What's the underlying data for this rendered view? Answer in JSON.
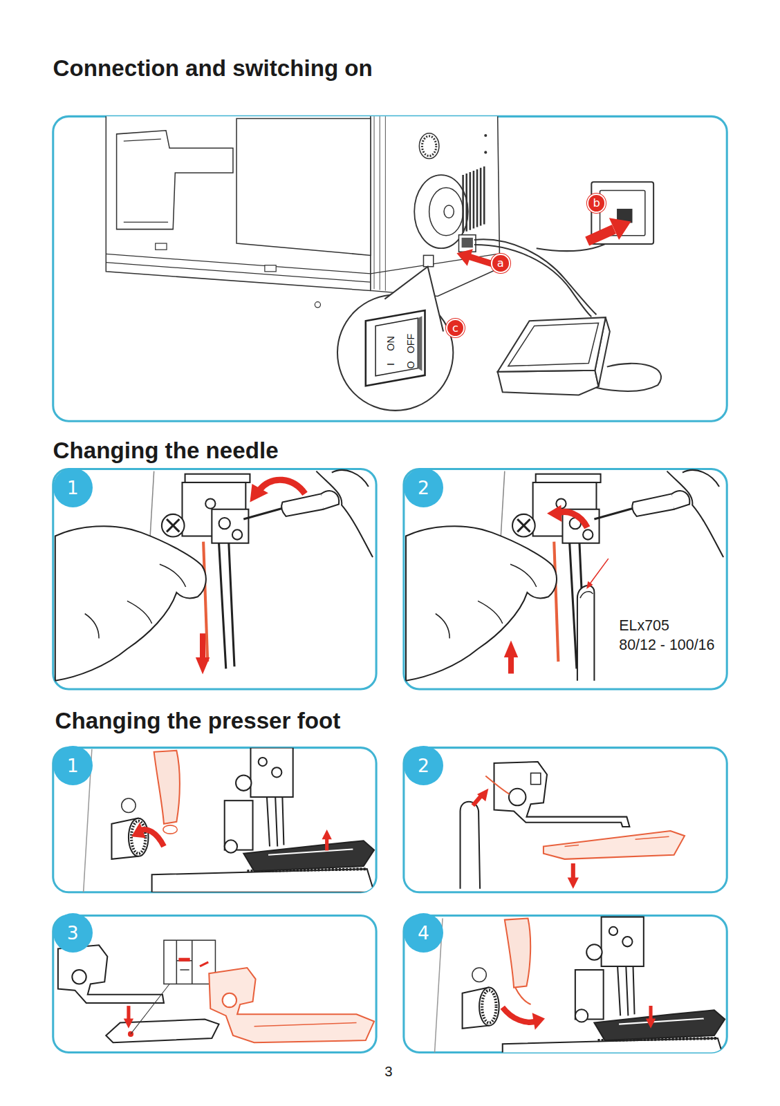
{
  "diagram": {
    "nodes": [
      {
        "text": [
          "a"
        ]
      },
      {
        "text": [
          "b"
        ]
      },
      {
        "text": [
          "c"
        ]
      },
      {
        "text": [
          "1"
        ]
      },
      {
        "text": [
          "2"
        ]
      },
      {
        "text": [
          "1"
        ]
      },
      {
        "text": [
          "2"
        ]
      },
      {
        "text": [
          "3"
        ]
      },
      {
        "text": [
          "4"
        ]
      }
    ],
    "labels": [
      "Connection and switching on",
      "I",
      "ON",
      "O",
      "OFF",
      "Changing the needle",
      "ELx705",
      "80/12 - 100/16",
      "Changing the presser foot",
      "3"
    ]
  }
}
